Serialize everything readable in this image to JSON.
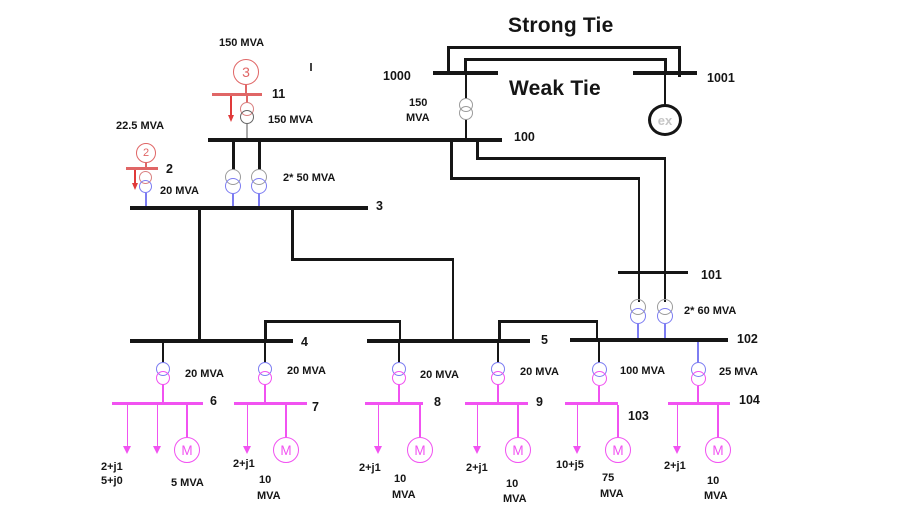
{
  "titles": {
    "strong_tie": "Strong Tie",
    "weak_tie": "Weak Tie"
  },
  "colors": {
    "bus_black": "#161616",
    "generator_red": "#e06666",
    "arrow_red": "#e03a3a",
    "winding_blue": "#7d7df2",
    "feeder_magenta": "#f152f1",
    "transformer_gray": "#9b9b9b",
    "ex_text_gray": "#c6c6c6"
  },
  "buses": {
    "b1000": "1000",
    "b1001": "1001",
    "b100": "100",
    "b101": "101",
    "b102": "102",
    "b103": "103",
    "b104": "104",
    "b11": "11",
    "b2": "2",
    "b3": "3",
    "b4": "4",
    "b5": "5",
    "b6": "6",
    "b7": "7",
    "b8": "8",
    "b9": "9"
  },
  "generators": {
    "g3": {
      "symbol": "3",
      "rating": "150 MVA"
    },
    "g2": {
      "symbol": "2",
      "rating": "22.5 MVA"
    },
    "external": {
      "symbol": "ex"
    }
  },
  "transformers": {
    "t11_100": {
      "rating": "150 MVA"
    },
    "t1000_100": {
      "rating_line1": "150",
      "rating_line2": "MVA"
    },
    "t2_3": {
      "rating": "20 MVA"
    },
    "t100_3": {
      "rating": "2* 50 MVA"
    },
    "t101_102": {
      "rating": "2* 60 MVA"
    },
    "t4_6": {
      "rating": "20 MVA"
    },
    "t4_7": {
      "rating": "20 MVA"
    },
    "t5_8": {
      "rating": "20 MVA"
    },
    "t5_9": {
      "rating": "20 MVA"
    },
    "t102_103": {
      "rating": "100 MVA"
    },
    "t102_104": {
      "rating": "25 MVA"
    }
  },
  "loads": {
    "bus6_load1": "2+j1",
    "bus6_load2": "5+j0",
    "bus7_load": "2+j1",
    "bus8_load": "2+j1",
    "bus9_load": "2+j1",
    "bus103_load": "10+j5",
    "bus104_load": "2+j1"
  },
  "motors": {
    "m6": {
      "symbol": "M",
      "rating": "5 MVA"
    },
    "m7": {
      "symbol": "M",
      "rating_line1": "10",
      "rating_line2": "MVA"
    },
    "m8": {
      "symbol": "M",
      "rating_line1": "10",
      "rating_line2": "MVA"
    },
    "m9": {
      "symbol": "M",
      "rating_line1": "10",
      "rating_line2": "MVA"
    },
    "m103": {
      "symbol": "M",
      "rating_line1": "75",
      "rating_line2": "MVA"
    },
    "m104": {
      "symbol": "M",
      "rating_line1": "10",
      "rating_line2": "MVA"
    }
  }
}
